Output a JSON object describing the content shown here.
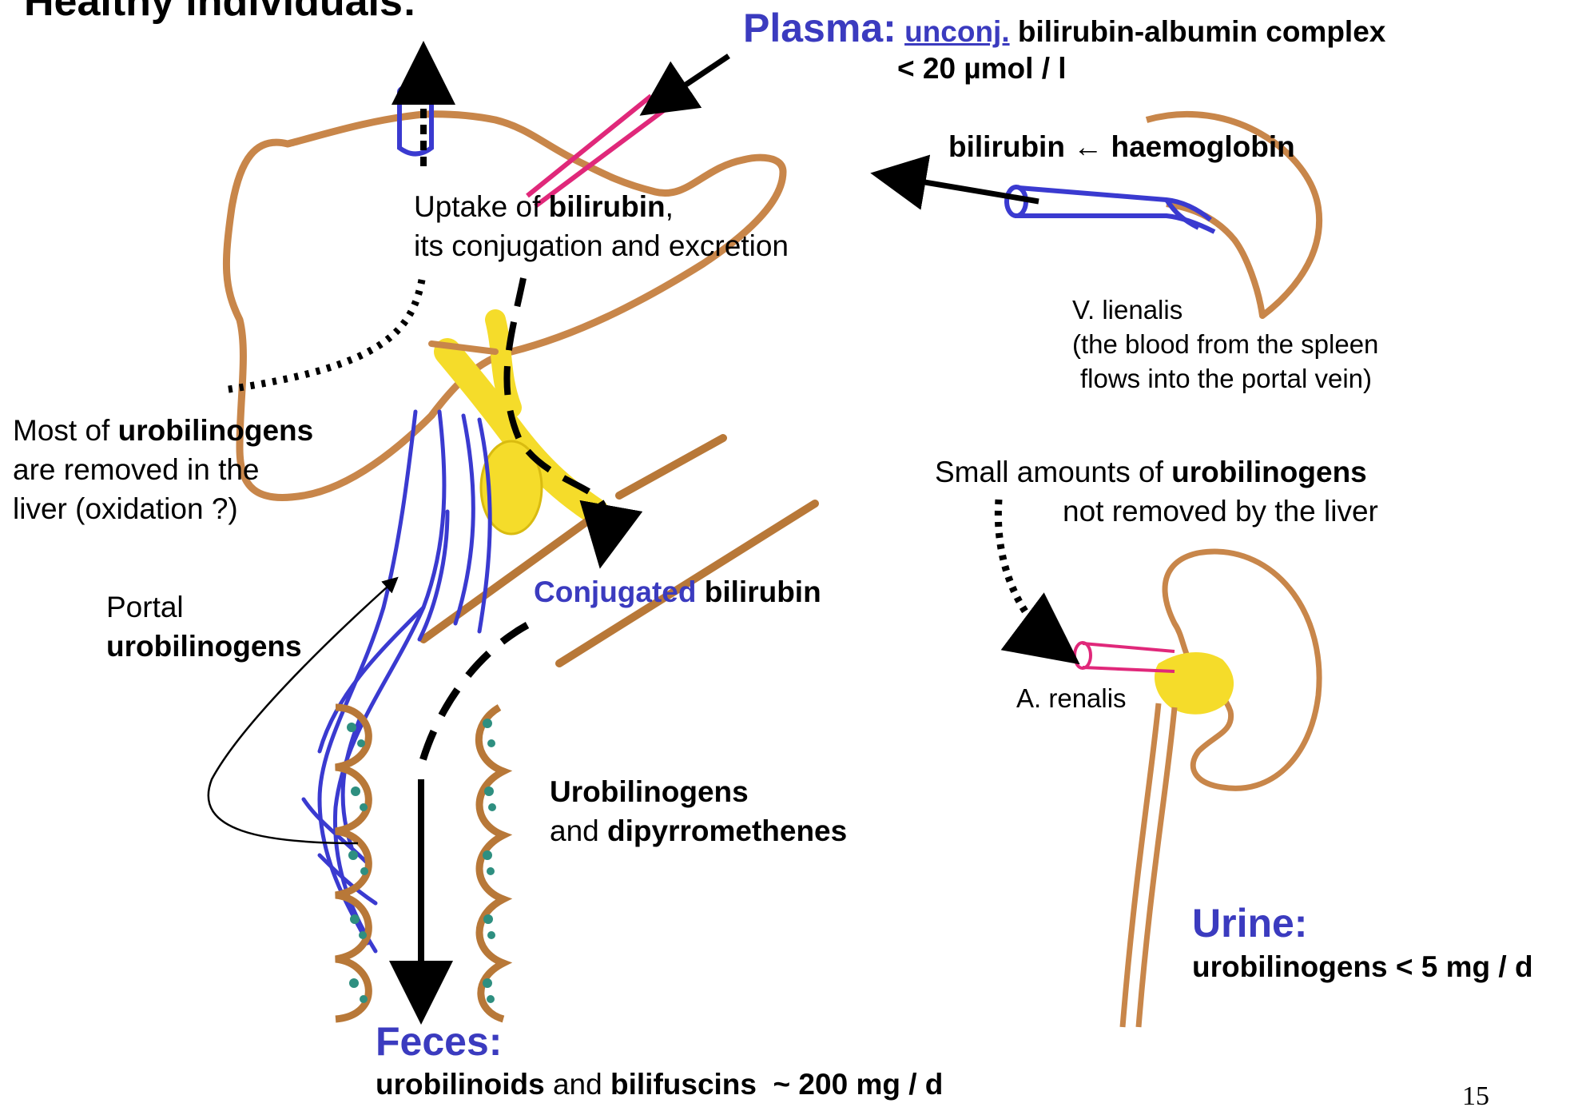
{
  "title": "Healthy individuals:",
  "plasma": {
    "heading": "Plasma:",
    "qualifier": "unconj.",
    "complex": "bilirubin-albumin complex",
    "limit": "< 20 µmol / l"
  },
  "spleen": {
    "bilirubin": "bilirubin",
    "arrow": "←",
    "haemoglobin": "haemoglobin",
    "vein_name": "V. lienalis",
    "vein_note_1": "(the blood from the spleen",
    "vein_note_2": "flows into the portal vein)"
  },
  "liver": {
    "uptake_prefix": "Uptake of ",
    "uptake_bold": "bilirubin",
    "uptake_suffix": ",",
    "uptake_line2": "its conjugation and excretion"
  },
  "removed": {
    "line1_prefix": "Most of ",
    "line1_bold": "urobilinogens",
    "line2": "are removed in the",
    "line3": "liver (oxidation ?)"
  },
  "conjugated": {
    "blue": "Conjugated",
    "bold": "bilirubin"
  },
  "portal": {
    "line1": "Portal",
    "line2": "urobilinogens"
  },
  "intestine": {
    "line1": "Urobilinogens",
    "line2_prefix": "and ",
    "line2_bold": "dipyrromethenes"
  },
  "small_amounts": {
    "line1_prefix": "Small amounts of ",
    "line1_bold": "urobilinogens",
    "line2": "not removed by the liver"
  },
  "kidney": {
    "artery": "A. renalis"
  },
  "urine": {
    "heading": "Urine:",
    "value": "urobilinogens < 5 mg / d"
  },
  "feces": {
    "heading": "Feces:",
    "part1": "urobilinoids",
    "part2": " and ",
    "part3": "bilifuscins",
    "part4": "  ~ 200 mg / d"
  },
  "page_number": "15",
  "colors": {
    "organ_outline": "#c8864a",
    "vessel_blue": "#3a3ad0",
    "bile_yellow": "#f5dc2a",
    "artery_pink": "#e0287a",
    "granule_teal": "#2e8f80",
    "label_blue": "#3b3bbf"
  }
}
